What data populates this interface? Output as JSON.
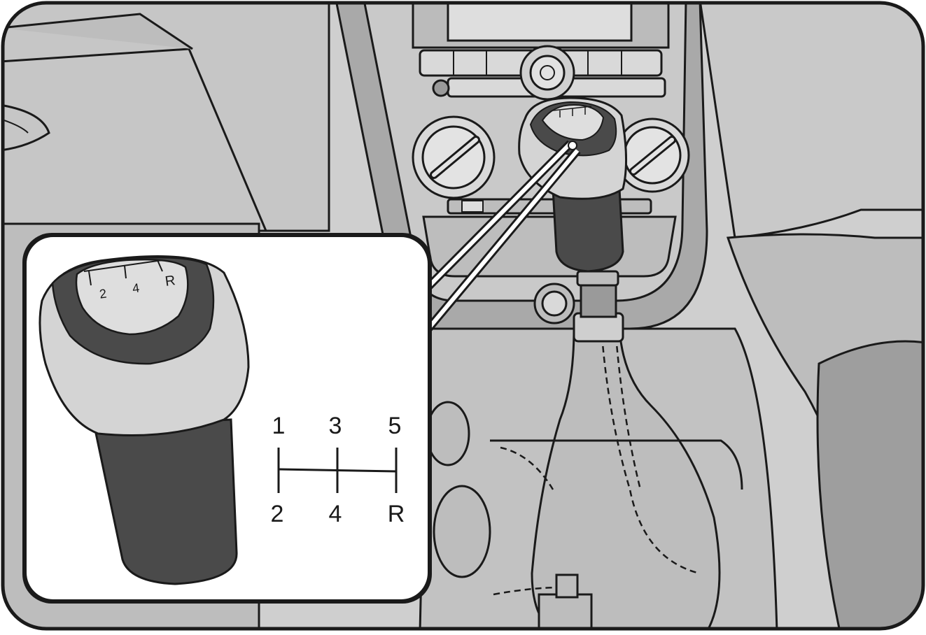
{
  "knob_engraving": {
    "gears": [
      "2",
      "4",
      "R"
    ]
  },
  "shift_pattern": {
    "top_row": [
      "1",
      "3",
      "5"
    ],
    "bottom_row": [
      "2",
      "4",
      "R"
    ]
  },
  "colors": {
    "background_light": "#cfcfcf",
    "panel_mid": "#bdbdbd",
    "trim_dark": "#9a9a9a",
    "knob_dark": "#4a4a4a",
    "knob_light": "#d4d4d4",
    "inset_background": "#ffffff",
    "outline": "#1a1a1a"
  }
}
